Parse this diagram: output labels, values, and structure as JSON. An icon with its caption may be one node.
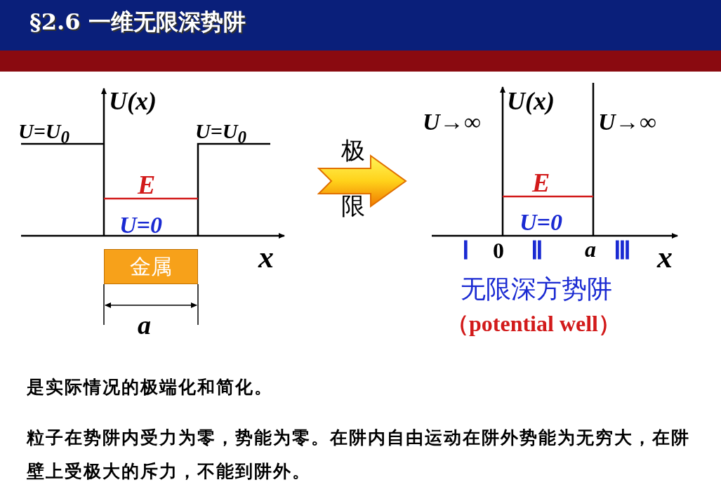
{
  "diagram": {
    "title": "§2.6 一维无限深势阱",
    "nodes": [
      {
        "text": [
          "金属"
        ]
      }
    ],
    "labels": [
      "U(x)",
      "U=U$_{0}$",
      "U=U$_{0}$",
      "E",
      "U=0",
      "x",
      "a",
      "极",
      "限",
      "U(x)",
      "U→∞",
      "U→∞",
      "E",
      "U=0",
      "Ⅰ",
      "0",
      "Ⅱ",
      "a",
      "Ⅲ",
      "x",
      "无限深方势阱",
      "（potential well）",
      "是实际情况的极端化和简化。",
      "粒子在势阱内受力为零，势能为零。在阱内自由运动在阱外势能为无穷大，在阱壁上受极大的斥力，不能到阱外。"
    ]
  }
}
